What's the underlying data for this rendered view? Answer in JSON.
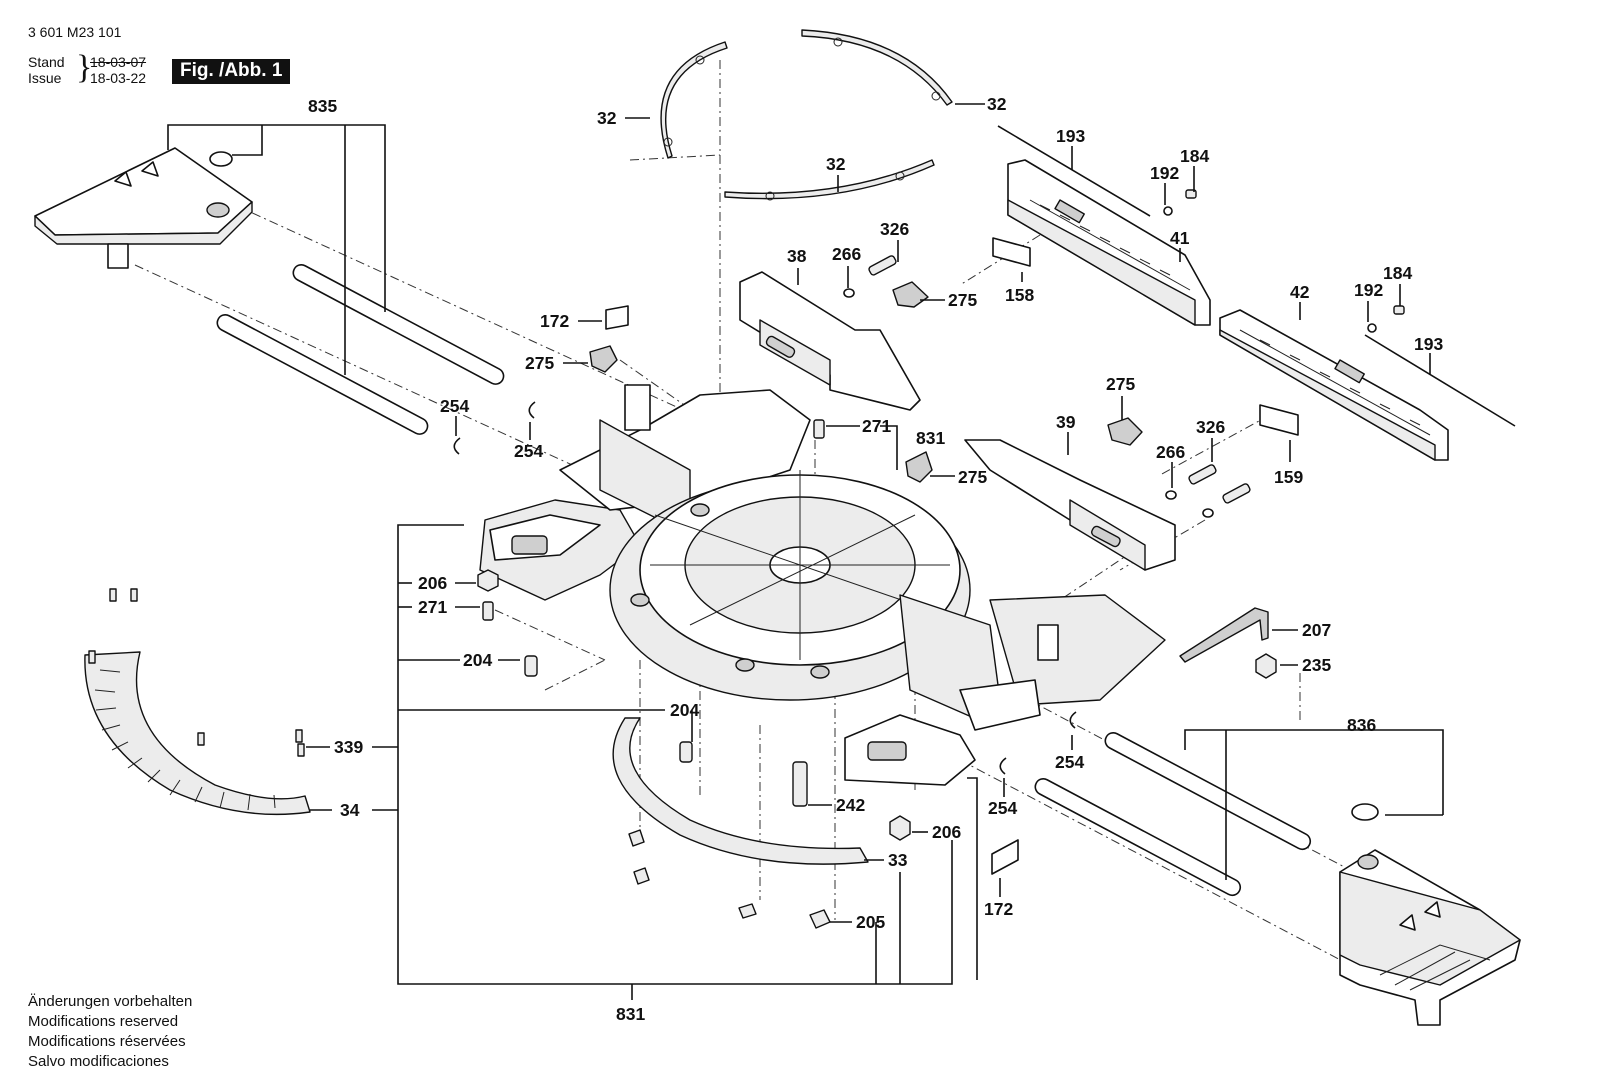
{
  "header": {
    "doc_number": "3 601 M23 101",
    "stand_label": "Stand",
    "issue_label": "Issue",
    "stand_date": "18-03-07",
    "issue_date": "18-03-22",
    "figure_label": "Fig. /Abb. 1"
  },
  "footer": {
    "lines": [
      "Änderungen vorbehalten",
      "Modifications reserved",
      "Modifications réservées",
      "Salvo modificaciones"
    ]
  },
  "callouts": {
    "c835": "835",
    "c32a": "32",
    "c32b": "32",
    "c32c": "32",
    "c193a": "193",
    "c184a": "184",
    "c192a": "192",
    "c41": "41",
    "c158": "158",
    "c326a": "326",
    "c38": "38",
    "c266a": "266",
    "c275a": "275",
    "c172a": "172",
    "c275b": "275",
    "c254a": "254",
    "c254b": "254",
    "c271a": "271",
    "c831a": "831",
    "c275c": "275",
    "c184b": "184",
    "c42": "42",
    "c192b": "192",
    "c193b": "193",
    "c275d": "275",
    "c39": "39",
    "c326b": "326",
    "c266b": "266",
    "c159": "159",
    "c206a": "206",
    "c271b": "271",
    "c204a": "204",
    "c204b": "204",
    "c207": "207",
    "c235": "235",
    "c339": "339",
    "c34": "34",
    "c254c": "254",
    "c254d": "254",
    "c242": "242",
    "c206b": "206",
    "c836": "836",
    "c33": "33",
    "c172b": "172",
    "c205": "205",
    "c831b": "831"
  }
}
